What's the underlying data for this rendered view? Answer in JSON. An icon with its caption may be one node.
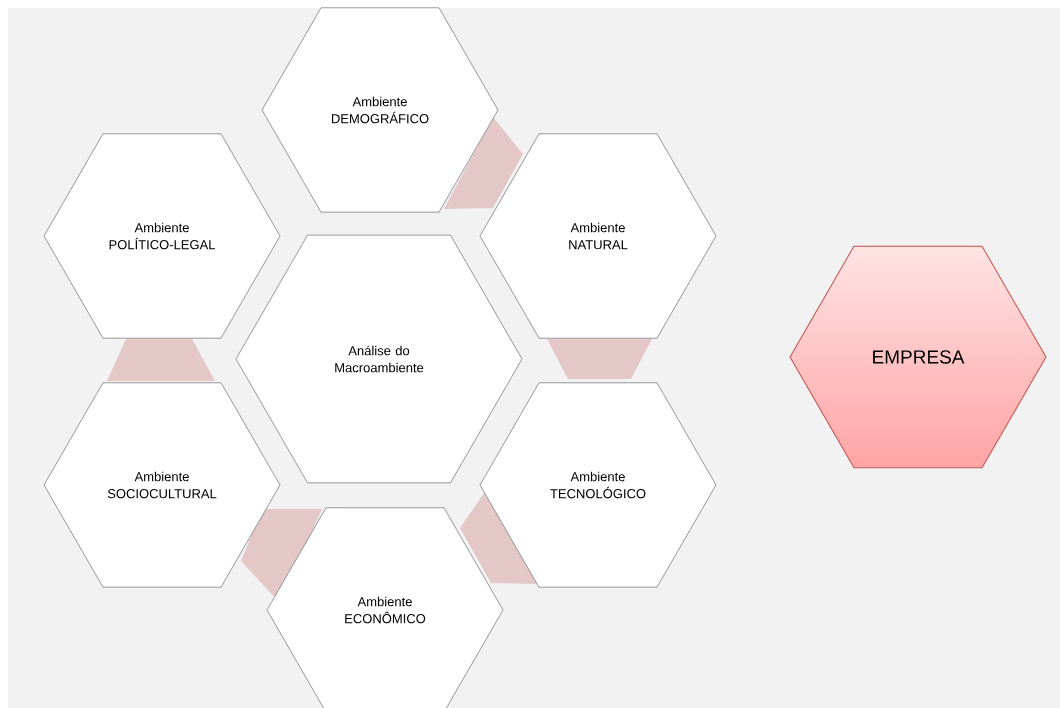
{
  "diagram": {
    "nodes": [
      {
        "text": [
          "Ambiente DEMOGRÁFICO"
        ]
      },
      {
        "text": [
          "Ambiente POLÍTICO-LEGAL"
        ]
      },
      {
        "text": [
          "Ambiente NATURAL"
        ]
      },
      {
        "text": [
          "Análise do Macroambiente"
        ]
      },
      {
        "text": [
          "EMPRESA"
        ]
      },
      {
        "text": [
          "Ambiente SOCIOCULTURAL"
        ]
      },
      {
        "text": [
          "Ambiente TECNOLÓGICO"
        ]
      },
      {
        "text": [
          "Ambiente ECONÔMICO"
        ]
      }
    ]
  }
}
